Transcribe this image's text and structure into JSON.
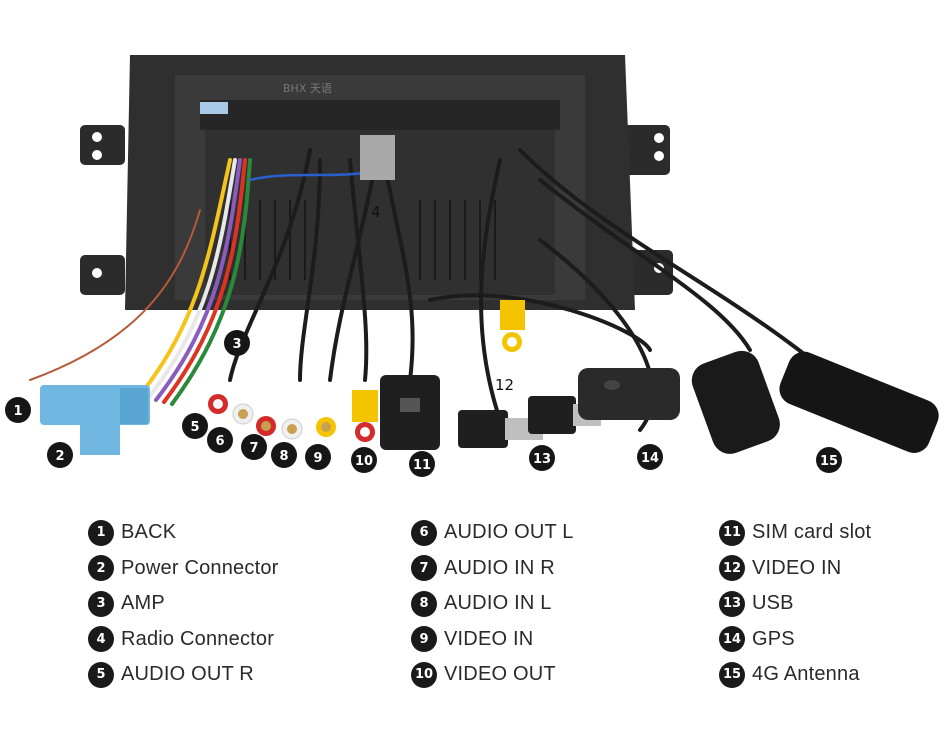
{
  "device_brand_text": "BHX 天语",
  "callouts": [
    "1",
    "2",
    "3",
    "4",
    "5",
    "6",
    "7",
    "8",
    "9",
    "10",
    "11",
    "12",
    "13",
    "14",
    "15"
  ],
  "legend": [
    {
      "num": "1",
      "label": "BACK"
    },
    {
      "num": "2",
      "label": "Power Connector"
    },
    {
      "num": "3",
      "label": "AMP"
    },
    {
      "num": "4",
      "label": "Radio Connector"
    },
    {
      "num": "5",
      "label": "AUDIO OUT R"
    },
    {
      "num": "6",
      "label": "AUDIO OUT L"
    },
    {
      "num": "7",
      "label": "AUDIO IN R"
    },
    {
      "num": "8",
      "label": "AUDIO IN L"
    },
    {
      "num": "9",
      "label": "VIDEO IN"
    },
    {
      "num": "10",
      "label": "VIDEO OUT"
    },
    {
      "num": "11",
      "label": "SIM card slot"
    },
    {
      "num": "12",
      "label": "VIDEO IN"
    },
    {
      "num": "13",
      "label": "USB"
    },
    {
      "num": "14",
      "label": "GPS"
    },
    {
      "num": "15",
      "label": "4G Antenna"
    }
  ],
  "colors": {
    "frame": "#2e2e2e",
    "connector_blue": "#6fb6e0",
    "rca_red": "#d42a2a",
    "rca_white": "#f3f3f3",
    "rca_yellow": "#f4c400",
    "cable": "#1c1c1c",
    "badge": "#161616"
  }
}
